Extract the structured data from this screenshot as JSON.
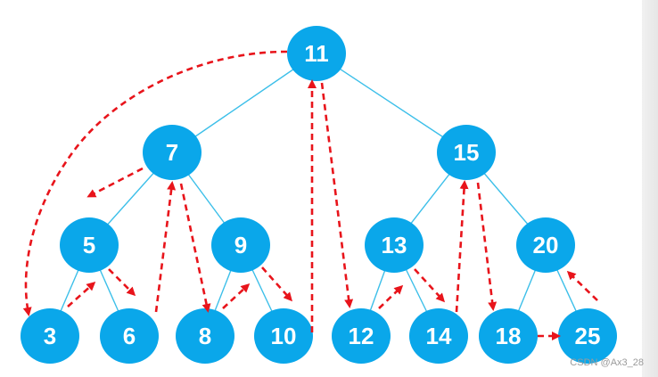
{
  "diagram": {
    "nodes": [
      {
        "id": "n11",
        "label": "11",
        "parent": null
      },
      {
        "id": "n7",
        "label": "7",
        "parent": "n11"
      },
      {
        "id": "n15",
        "label": "15",
        "parent": "n11"
      },
      {
        "id": "n5",
        "label": "5",
        "parent": "n7"
      },
      {
        "id": "n9",
        "label": "9",
        "parent": "n7"
      },
      {
        "id": "n13",
        "label": "13",
        "parent": "n15"
      },
      {
        "id": "n20",
        "label": "20",
        "parent": "n15"
      },
      {
        "id": "n3",
        "label": "3",
        "parent": "n5"
      },
      {
        "id": "n6",
        "label": "6",
        "parent": "n5"
      },
      {
        "id": "n8",
        "label": "8",
        "parent": "n9"
      },
      {
        "id": "n10",
        "label": "10",
        "parent": "n9"
      },
      {
        "id": "n12",
        "label": "12",
        "parent": "n13"
      },
      {
        "id": "n14",
        "label": "14",
        "parent": "n13"
      },
      {
        "id": "n18",
        "label": "18",
        "parent": "n20"
      },
      {
        "id": "n25",
        "label": "25",
        "parent": "n20"
      }
    ],
    "traversal": [
      {
        "from": "n11",
        "to": "n3"
      },
      {
        "from": "n7",
        "to": "n5"
      },
      {
        "from": "n3",
        "to": "n5"
      },
      {
        "from": "n5",
        "to": "n6"
      },
      {
        "from": "n6",
        "to": "n7"
      },
      {
        "from": "n7",
        "to": "n8"
      },
      {
        "from": "n8",
        "to": "n9"
      },
      {
        "from": "n9",
        "to": "n10"
      },
      {
        "from": "n10",
        "to": "n11"
      },
      {
        "from": "n11",
        "to": "n12"
      },
      {
        "from": "n12",
        "to": "n13"
      },
      {
        "from": "n13",
        "to": "n14"
      },
      {
        "from": "n14",
        "to": "n15"
      },
      {
        "from": "n15",
        "to": "n18"
      },
      {
        "from": "n18",
        "to": "n25"
      },
      {
        "from": "n25",
        "to": "n20"
      }
    ],
    "colors": {
      "node_fill": "#0aa7ea",
      "node_text": "#ffffff",
      "edge": "#3cbfe9",
      "arrow": "#e8141b"
    }
  },
  "watermark": "CSDN @Ax3_28"
}
